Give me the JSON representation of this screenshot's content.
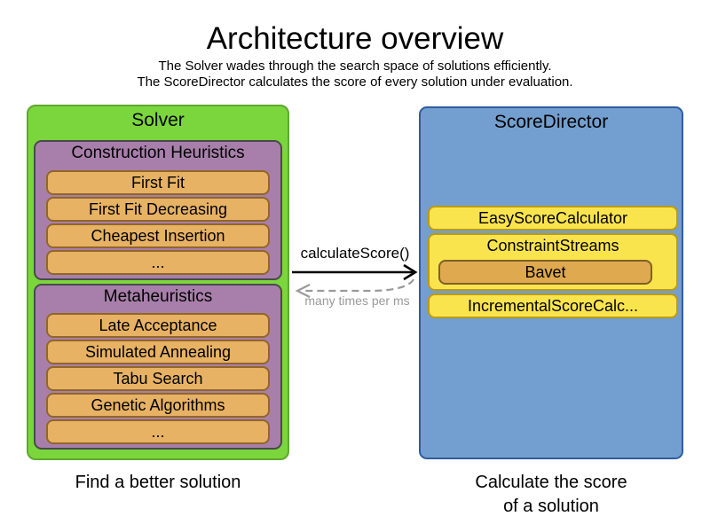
{
  "title": "Architecture overview",
  "subtitle_line1": "The Solver wades through the search space of solutions efficiently.",
  "subtitle_line2": "The ScoreDirector calculates the score of every solution under evaluation.",
  "solver": {
    "label": "Solver",
    "caption": "Find a better solution",
    "groups": [
      {
        "label": "Construction Heuristics",
        "items": [
          "First Fit",
          "First Fit Decreasing",
          "Cheapest Insertion",
          "..."
        ]
      },
      {
        "label": "Metaheuristics",
        "items": [
          "Late Acceptance",
          "Simulated Annealing",
          "Tabu Search",
          "Genetic Algorithms",
          "..."
        ]
      }
    ]
  },
  "score_director": {
    "label": "ScoreDirector",
    "caption_line1": "Calculate the score",
    "caption_line2": "of a solution",
    "calculators": [
      "EasyScoreCalculator",
      "ConstraintStreams",
      "IncrementalScoreCalc..."
    ],
    "constraint_streams_child": "Bavet"
  },
  "arrow": {
    "label": "calculateScore()",
    "sublabel": "many times per ms"
  },
  "colors": {
    "solver_green": "#7bd53d",
    "group_purple": "#a87fab",
    "item_orange": "#e7b264",
    "bavet_orange": "#dea94f",
    "score_director_blue": "#729fcf",
    "calculator_yellow": "#fae44d",
    "dashed_arrow_gray": "#999999"
  }
}
